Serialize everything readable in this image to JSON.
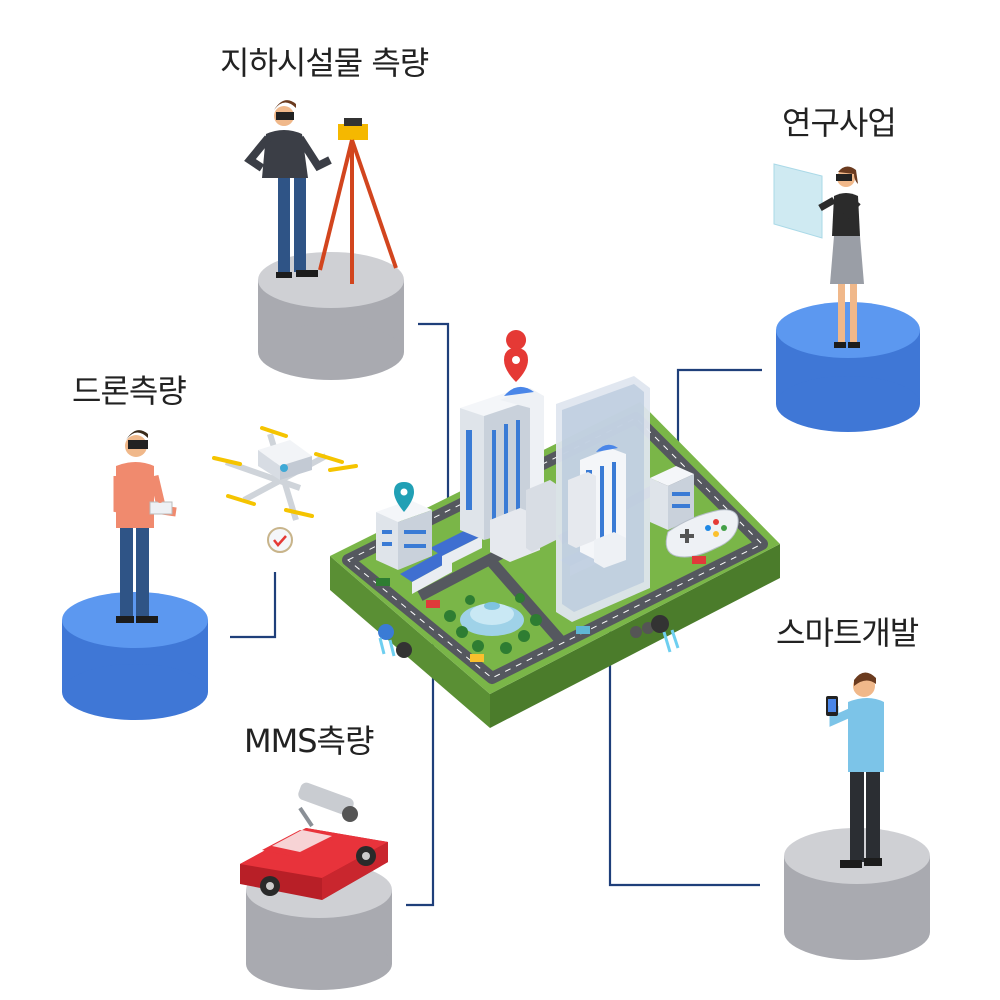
{
  "labels": {
    "underground": "지하시설물 측량",
    "research": "연구사업",
    "drone": "드론측량",
    "smart": "스마트개발",
    "mms": "MMS측량"
  },
  "colors": {
    "connector": "#1f3f7a",
    "blue_platform": "#4a86e8",
    "gray_platform": "#a9aab0",
    "grass": "#7ab648",
    "road": "#55585f",
    "car": "#e03a3a"
  }
}
